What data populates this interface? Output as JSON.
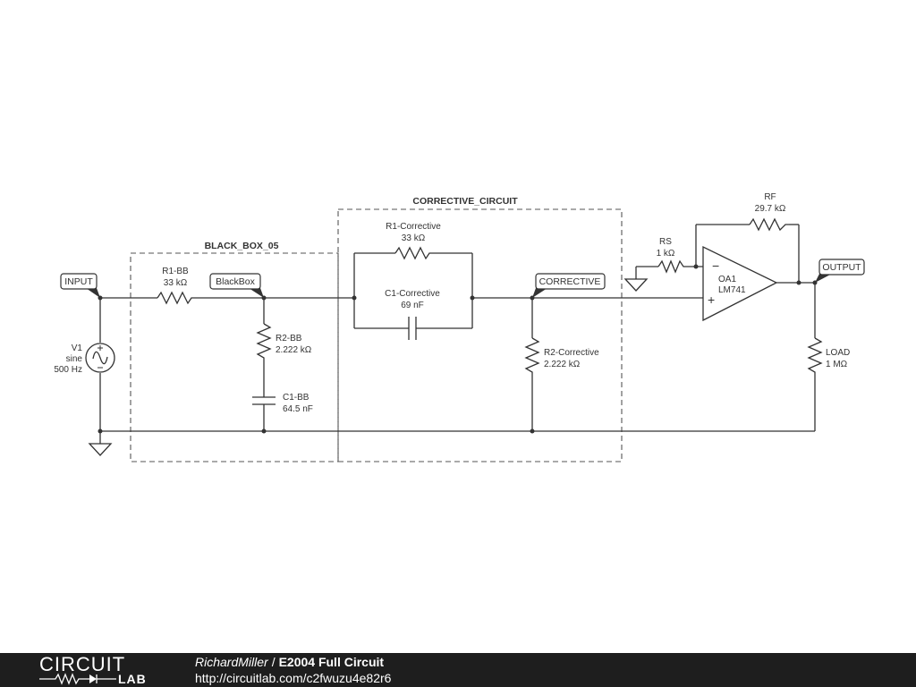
{
  "boxes": {
    "black_box": "BLACK_BOX_05",
    "corrective": "CORRECTIVE_CIRCUIT"
  },
  "net_labels": {
    "input": "INPUT",
    "blackbox": "BlackBox",
    "corrective": "CORRECTIVE",
    "output": "OUTPUT"
  },
  "components": {
    "v1": {
      "name": "V1",
      "type": "sine",
      "freq": "500 Hz"
    },
    "r1bb": {
      "name": "R1-BB",
      "value": "33 kΩ"
    },
    "r2bb": {
      "name": "R2-BB",
      "value": "2.222 kΩ"
    },
    "c1bb": {
      "name": "C1-BB",
      "value": "64.5 nF"
    },
    "r1c": {
      "name": "R1-Corrective",
      "value": "33 kΩ"
    },
    "c1c": {
      "name": "C1-Corrective",
      "value": "69 nF"
    },
    "r2c": {
      "name": "R2-Corrective",
      "value": "2.222 kΩ"
    },
    "rs": {
      "name": "RS",
      "value": "1 kΩ"
    },
    "rf": {
      "name": "RF",
      "value": "29.7 kΩ"
    },
    "oa1": {
      "name": "OA1",
      "model": "LM741",
      "minus": "−",
      "plus": "+"
    },
    "load": {
      "name": "LOAD",
      "value": "1 MΩ"
    }
  },
  "footer": {
    "logo_top": "CIRCUIT",
    "logo_bottom": "LAB",
    "author": "RichardMiller",
    "separator": "/",
    "title": "E2004 Full Circuit",
    "url": "http://circuitlab.com/c2fwuzu4e82r6"
  },
  "colors": {
    "wire": "#333333",
    "footer_bg": "#1e1e1e",
    "footer_text": "#ffffff"
  }
}
